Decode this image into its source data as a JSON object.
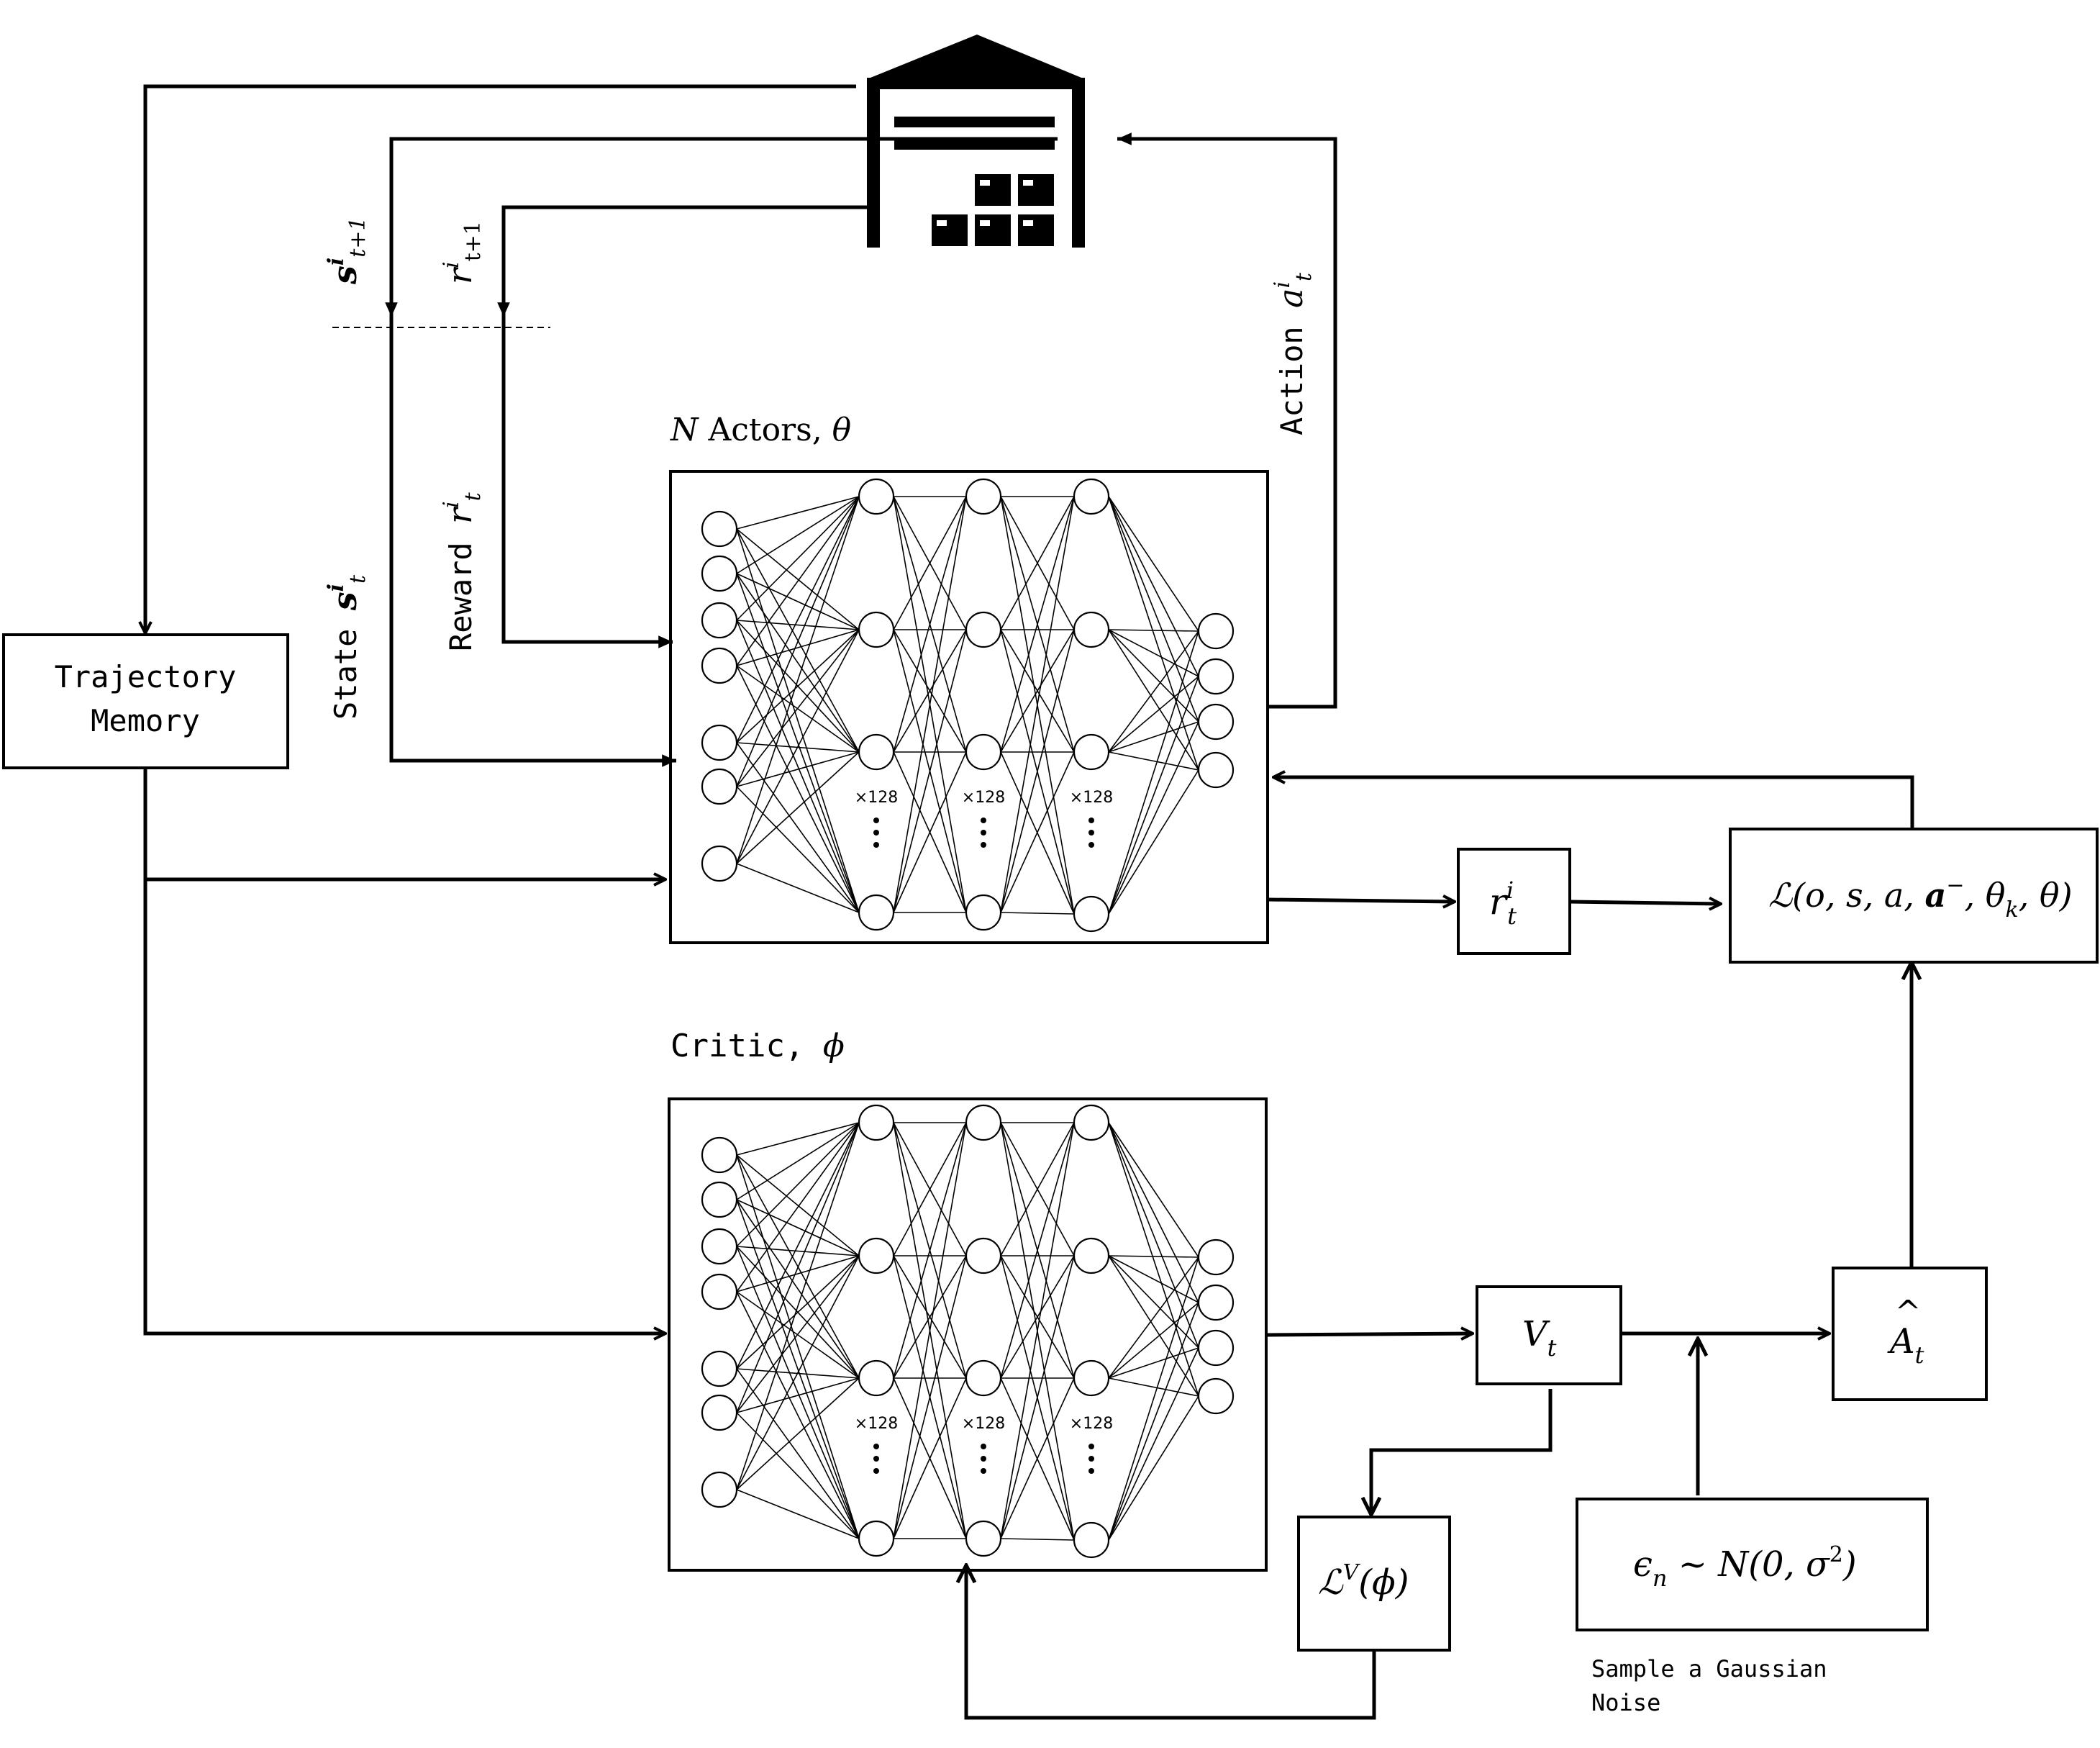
{
  "trajectory_memory": {
    "line1": "Trajectory",
    "line2": "Memory"
  },
  "actors": {
    "title_n": "N",
    "title_rest": " Actors, ",
    "title_theta": "θ"
  },
  "critic": {
    "title_text": "Critic, ",
    "title_phi": "ϕ"
  },
  "layer_size": "×128",
  "signals": {
    "state_next_base": "s",
    "state_next_sup": "i",
    "state_next_sub": "t+1",
    "reward_next_base": "r",
    "reward_next_sup": "i",
    "reward_next_sub": "t+1",
    "state_word": "State ",
    "state_base": "s",
    "state_sup": "i",
    "state_sub": "t",
    "reward_word": "Reward ",
    "reward_base": "r",
    "reward_sup": "i",
    "reward_sub": "t",
    "action_word": "Action ",
    "action_base": "a",
    "action_sup": "i",
    "action_sub": "t"
  },
  "boxes": {
    "reward_base": "r",
    "reward_sup": "i",
    "reward_sub": "t",
    "loss_text": "ℒ(o, s, a, ",
    "loss_bold": "a",
    "loss_sup": "−",
    "loss_mid": ", θ",
    "loss_sub": "k",
    "loss_end": ", θ)",
    "value_base": "V",
    "value_sub": "t",
    "adv_base": "A",
    "adv_hat": "^",
    "adv_sub": "t",
    "vloss_base": "ℒ",
    "vloss_sup": "V",
    "vloss_rest": "(ϕ)",
    "noise_eps": "ϵ",
    "noise_sub": "n",
    "noise_rest": " ~ N(0, σ",
    "noise_sup": "2",
    "noise_end": ")"
  },
  "noise_caption": {
    "line1": "Sample a Gaussian",
    "line2": "Noise"
  },
  "icons": {
    "environment": "warehouse-icon"
  }
}
